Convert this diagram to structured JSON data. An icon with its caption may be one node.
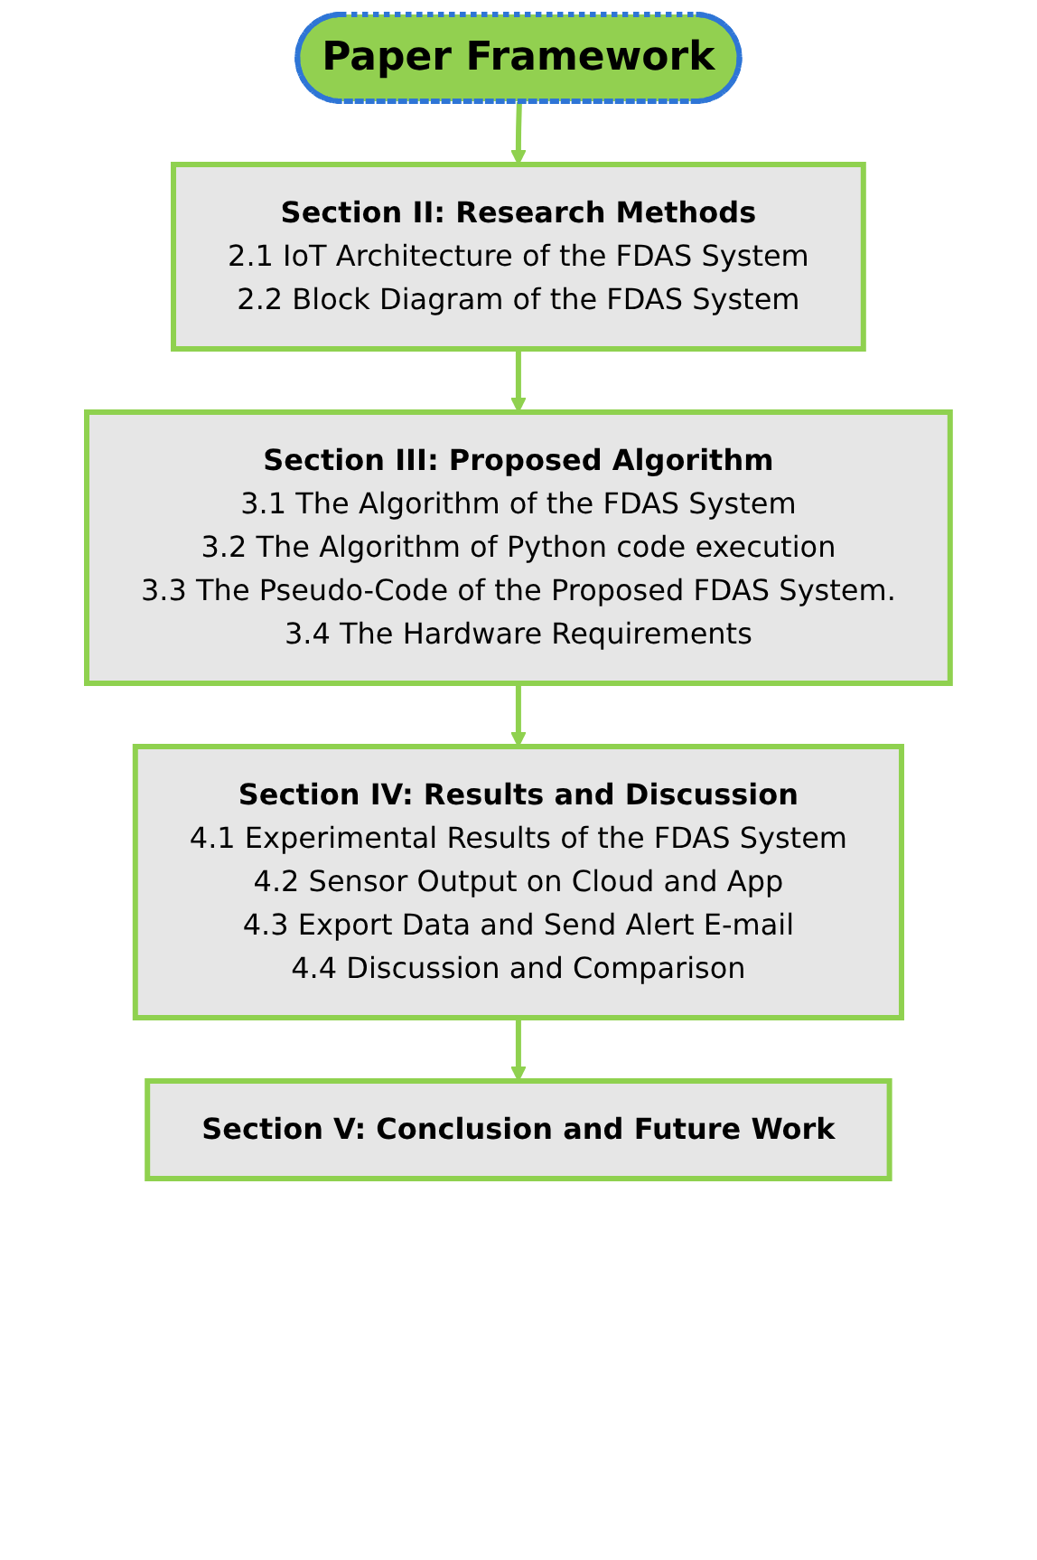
{
  "diagram": {
    "nodes": [
      {
        "text": [
          "Paper Framework"
        ]
      },
      {
        "text": [
          "Section II: Research Methods",
          "2.1 IoT Architecture of the FDAS System",
          "2.2 Block Diagram of the FDAS System"
        ]
      },
      {
        "text": [
          "Section III: Proposed Algorithm",
          "3.1 The Algorithm of the FDAS System",
          "3.2 The Algorithm of Python code execution",
          "3.3 The Pseudo-Code of the Proposed FDAS System.",
          "3.4 The Hardware Requirements"
        ]
      },
      {
        "text": [
          "Section IV: Results and Discussion",
          "4.1 Experimental Results of the FDAS System",
          "4.2 Sensor Output on Cloud and App",
          "4.3 Export Data and Send Alert E-mail",
          "4.4 Discussion and Comparison"
        ]
      },
      {
        "text": [
          "Section V: Conclusion and Future Work"
        ]
      }
    ],
    "edges": [
      {
        "from": 0,
        "to": 1,
        "arrow": "to"
      },
      {
        "from": 1,
        "to": 2,
        "arrow": "to"
      },
      {
        "from": 2,
        "to": 3,
        "arrow": "to"
      },
      {
        "from": 3,
        "to": 4,
        "arrow": "to"
      }
    ]
  }
}
